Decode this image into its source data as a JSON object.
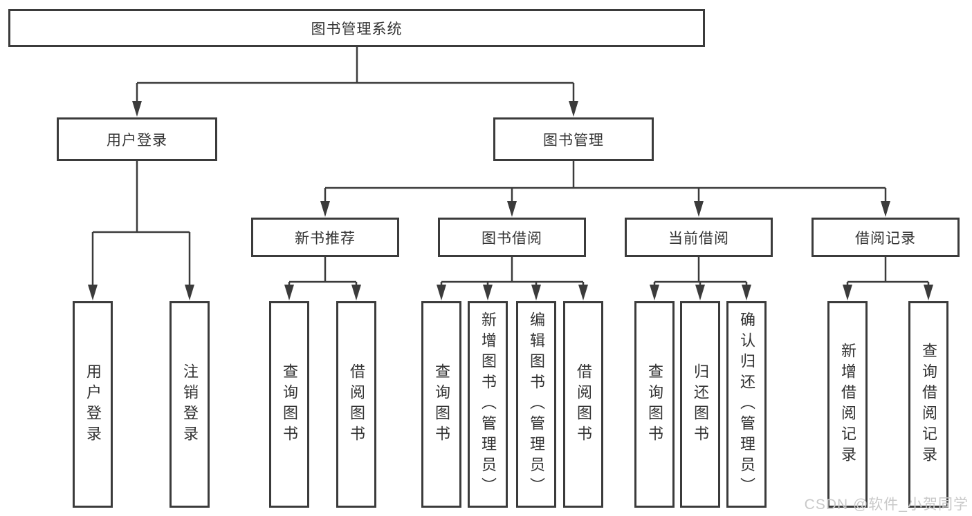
{
  "tree": {
    "root": {
      "label": "图书管理系统"
    },
    "login_branch": {
      "label": "用户登录",
      "children": [
        {
          "label": "用户登录"
        },
        {
          "label": "注销登录"
        }
      ]
    },
    "mgmt_branch": {
      "label": "图书管理",
      "groups": [
        {
          "label": "新书推荐",
          "children": [
            {
              "label": "查询图书"
            },
            {
              "label": "借阅图书"
            }
          ]
        },
        {
          "label": "图书借阅",
          "children": [
            {
              "label": "查询图书"
            },
            {
              "label": "新增图书（管理员）"
            },
            {
              "label": "编辑图书（管理员）"
            },
            {
              "label": "借阅图书"
            }
          ]
        },
        {
          "label": "当前借阅",
          "children": [
            {
              "label": "查询图书"
            },
            {
              "label": "归还图书"
            },
            {
              "label": "确认归还（管理员）"
            }
          ]
        },
        {
          "label": "借阅记录",
          "children": [
            {
              "label": "新增借阅记录"
            },
            {
              "label": "查询借阅记录"
            }
          ]
        }
      ]
    }
  },
  "watermark": "CSDN @软件_小贺同学",
  "colors": {
    "line": "#3b3b3b",
    "text": "#333333",
    "watermark": "#c9c9c9",
    "background": "#ffffff"
  }
}
